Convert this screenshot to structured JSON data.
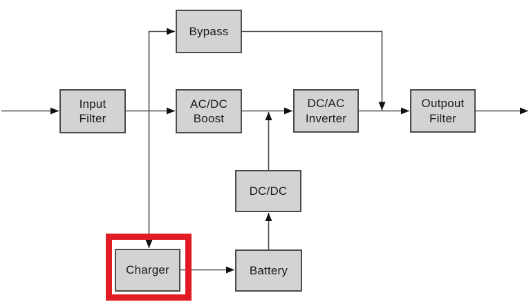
{
  "colors": {
    "box_fill": "#d3d3d3",
    "box_border": "#4b4b4b",
    "line": "#4a4a4a",
    "arrow": "#111111",
    "highlight": "#e11b24",
    "background": "#ffffff",
    "text": "#1b1b1b"
  },
  "diagram": {
    "type": "block-diagram",
    "highlighted_node": "Charger",
    "nodes": {
      "bypass": {
        "label": "Bypass"
      },
      "input_filter": {
        "label": "Input\nFilter"
      },
      "acdc_boost": {
        "label": "AC/DC\nBoost"
      },
      "dcac_inverter": {
        "label": "DC/AC\nInverter"
      },
      "outpout_filter": {
        "label": "Outpout\nFilter"
      },
      "dcdc": {
        "label": "DC/DC"
      },
      "charger": {
        "label": "Charger",
        "highlighted": true
      },
      "battery": {
        "label": "Battery"
      }
    },
    "connections": [
      "source -> input_filter",
      "input_filter -> acdc_boost",
      "input_filter -> bypass",
      "input_filter -> charger",
      "acdc_boost -> dcac_inverter",
      "bypass -> output_line",
      "dcdc -> dcac_inverter_line",
      "dcac_inverter -> outpout_filter",
      "outpout_filter -> load",
      "charger -> battery",
      "battery -> dcdc"
    ]
  }
}
